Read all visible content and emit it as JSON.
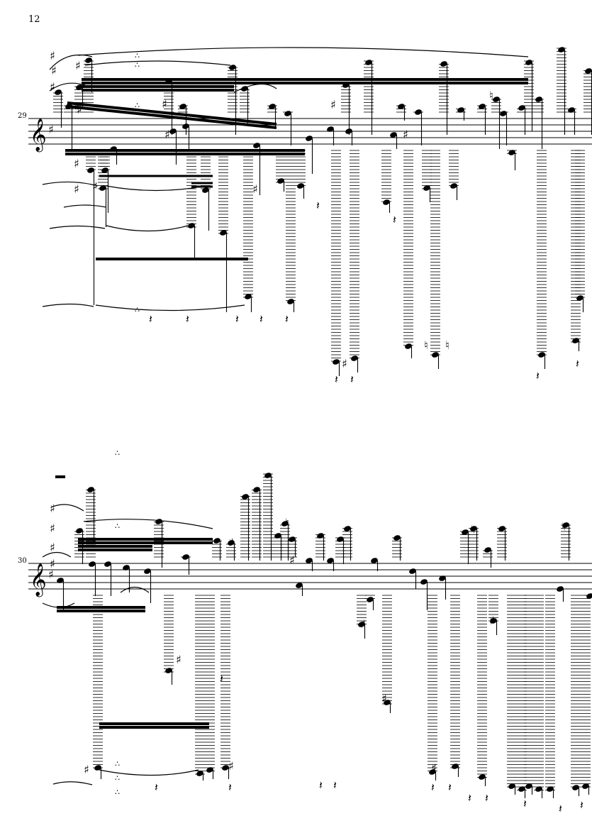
{
  "page": {
    "number": "12"
  },
  "systems": [
    {
      "measure": "29",
      "clef": "treble",
      "key": "G major (one sharp)",
      "accidental_glyphs": [
        "♯",
        "♯",
        "♯",
        "♯",
        "♯",
        "♯",
        "♯",
        "♯",
        "♯",
        "♯",
        "♯",
        "♯",
        "♯",
        "♯",
        "♮",
        "♮",
        "♮"
      ]
    },
    {
      "measure": "30",
      "clef": "treble",
      "key": "G major (one sharp)",
      "accidental_glyphs": [
        "♯",
        "♯",
        "♯",
        "♯",
        "♯",
        "♯",
        "♯",
        "♯",
        "♯",
        "♯",
        "♯",
        "♯",
        "♯",
        "♮",
        "♮",
        "♮"
      ]
    }
  ],
  "symbols": {
    "treble_clef": "𝄞",
    "key_sharp": "♯",
    "rest": "𝄽",
    "dot_cluster": "∴"
  },
  "colors": {
    "ink": "#000000",
    "paper": "#ffffff"
  }
}
